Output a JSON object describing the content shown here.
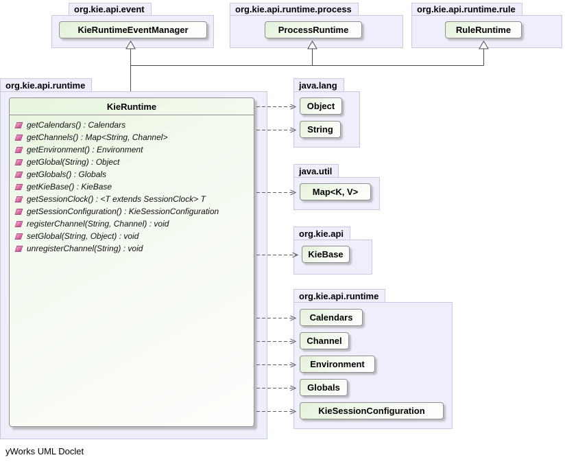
{
  "footer": "yWorks UML Doclet",
  "top_packages": [
    {
      "name": "org.kie.api.event",
      "class": "KieRuntimeEventManager"
    },
    {
      "name": "org.kie.api.runtime.process",
      "class": "ProcessRuntime"
    },
    {
      "name": "org.kie.api.runtime.rule",
      "class": "RuleRuntime"
    }
  ],
  "main_package": {
    "name": "org.kie.api.runtime",
    "class": {
      "title": "KieRuntime",
      "methods": [
        "getCalendars() : Calendars",
        "getChannels() : Map<String, Channel>",
        "getEnvironment() : Environment",
        "getGlobal(String) : Object",
        "getGlobals() : Globals",
        "getKieBase() : KieBase",
        "getSessionClock() : <T extends SessionClock> T",
        "getSessionConfiguration() : KieSessionConfiguration",
        "registerChannel(String, Channel) : void",
        "setGlobal(String, Object) : void",
        "unregisterChannel(String) : void"
      ]
    }
  },
  "right_packages": [
    {
      "name": "java.lang",
      "classes": [
        "Object",
        "String"
      ]
    },
    {
      "name": "java.util",
      "classes": [
        "Map<K, V>"
      ]
    },
    {
      "name": "org.kie.api",
      "classes": [
        "KieBase"
      ]
    },
    {
      "name": "org.kie.api.runtime",
      "classes": [
        "Calendars",
        "Channel",
        "Environment",
        "Globals",
        "KieSessionConfiguration"
      ]
    }
  ],
  "colors": {
    "package_fill": "#eeeffb",
    "package_border": "#c8c8e4",
    "class_fill": "#e4f2da",
    "class_border": "#8f8f8f",
    "method_icon": "#d5559a",
    "connector": "#5f5f5f"
  }
}
